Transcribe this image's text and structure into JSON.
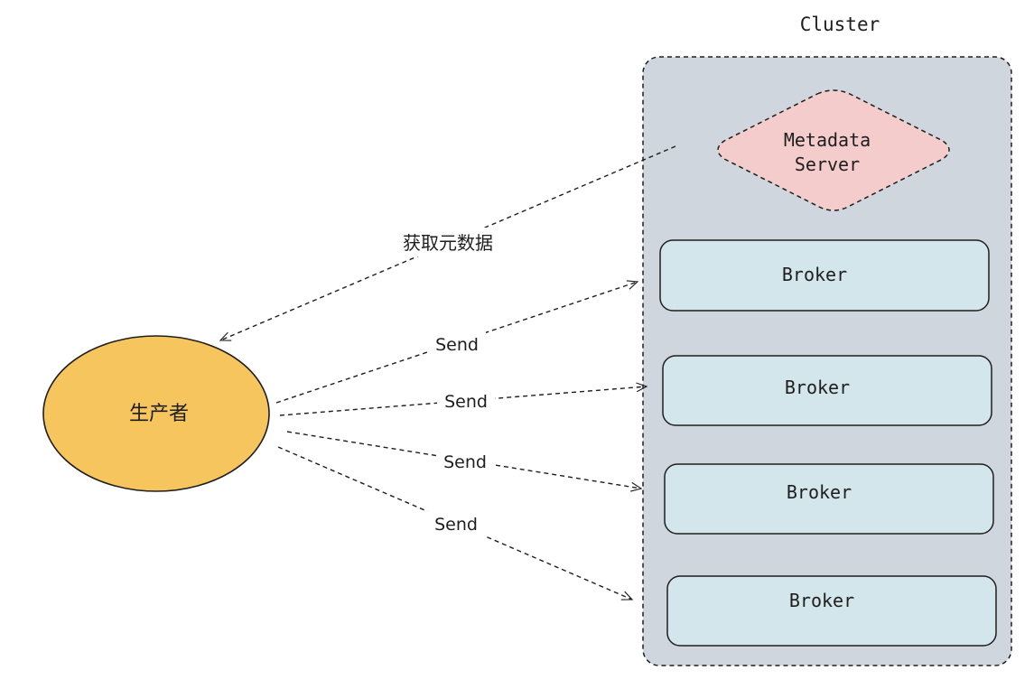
{
  "cluster": {
    "label": "Cluster",
    "metadata_server": {
      "line1": "Metadata",
      "line2": "Server"
    },
    "brokers": [
      {
        "label": "Broker"
      },
      {
        "label": "Broker"
      },
      {
        "label": "Broker"
      },
      {
        "label": "Broker"
      }
    ]
  },
  "producer": {
    "label": "生产者"
  },
  "edges": {
    "fetch_metadata": "获取元数据",
    "send": [
      "Send",
      "Send",
      "Send",
      "Send"
    ]
  },
  "colors": {
    "cluster_fill": "#cfd6de",
    "metadata_fill": "#f5cccc",
    "broker_fill": "#d3e6ec",
    "producer_fill": "#f6c55d",
    "stroke": "#1e1e1e"
  }
}
